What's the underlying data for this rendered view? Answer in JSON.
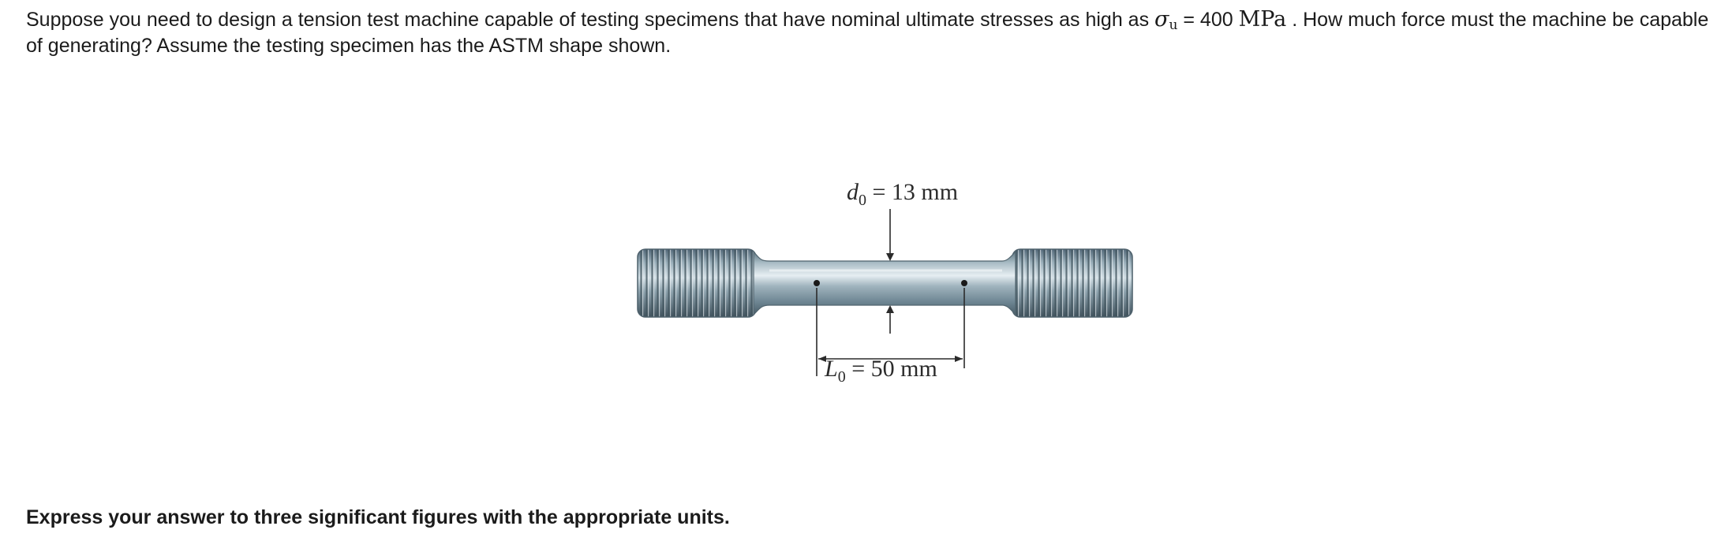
{
  "question": {
    "text_before": "Suppose you need to design a tension test machine capable of testing specimens that have nominal ultimate stresses as high as ",
    "symbol": "σ",
    "symbol_sub": "u",
    "equals_value": " = 400 ",
    "unit": "MPa",
    "text_after": " . How much force must the machine be capable of generating? Assume the testing specimen has the ASTM shape shown."
  },
  "figure": {
    "diameter_label": {
      "var": "d",
      "sub": "0",
      "rest": " = 13 mm"
    },
    "length_label": {
      "var": "L",
      "sub": "0",
      "rest": " = 50 mm"
    }
  },
  "instruction": "Express your answer to three significant figures with the appropriate units."
}
